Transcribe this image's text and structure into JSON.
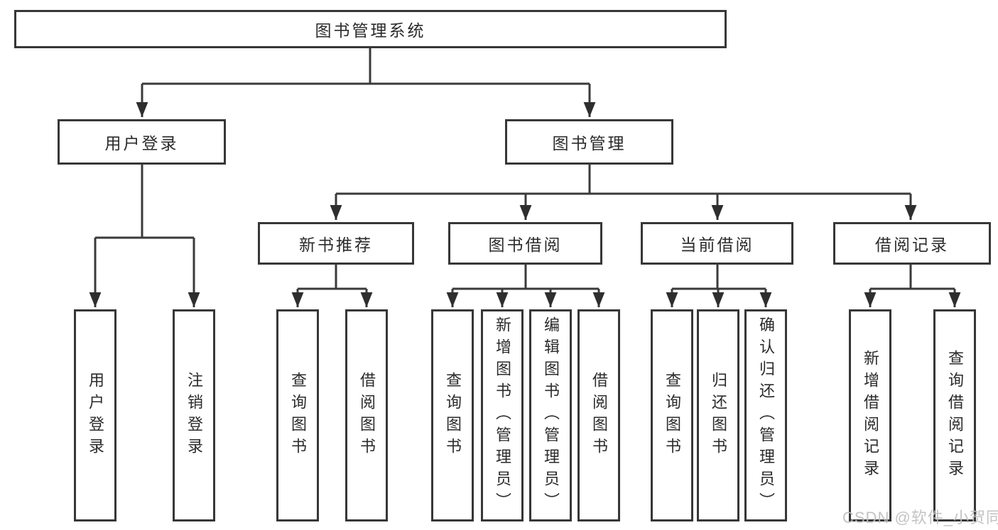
{
  "watermark": "CSDN @软件_小贺同学",
  "colors": {
    "line": "#3a3a3a",
    "box_border": "#373737",
    "text": "#2b2b2b",
    "watermark": "#bebebe",
    "background": "#ffffff"
  },
  "tree": {
    "root": {
      "label": "图书管理系统",
      "children": [
        {
          "label": "用户登录",
          "children": [
            {
              "label": "用户登录"
            },
            {
              "label": "注销登录"
            }
          ]
        },
        {
          "label": "图书管理",
          "children": [
            {
              "label": "新书推荐",
              "children": [
                {
                  "label": "查询图书"
                },
                {
                  "label": "借阅图书"
                }
              ]
            },
            {
              "label": "图书借阅",
              "children": [
                {
                  "label": "查询图书"
                },
                {
                  "label": "新增图书（管理员）"
                },
                {
                  "label": "编辑图书（管理员）"
                },
                {
                  "label": "借阅图书"
                }
              ]
            },
            {
              "label": "当前借阅",
              "children": [
                {
                  "label": "查询图书"
                },
                {
                  "label": "归还图书"
                },
                {
                  "label": "确认归还（管理员）"
                }
              ]
            },
            {
              "label": "借阅记录",
              "children": [
                {
                  "label": "新增借阅记录"
                },
                {
                  "label": "查询借阅记录"
                }
              ]
            }
          ]
        }
      ]
    }
  }
}
